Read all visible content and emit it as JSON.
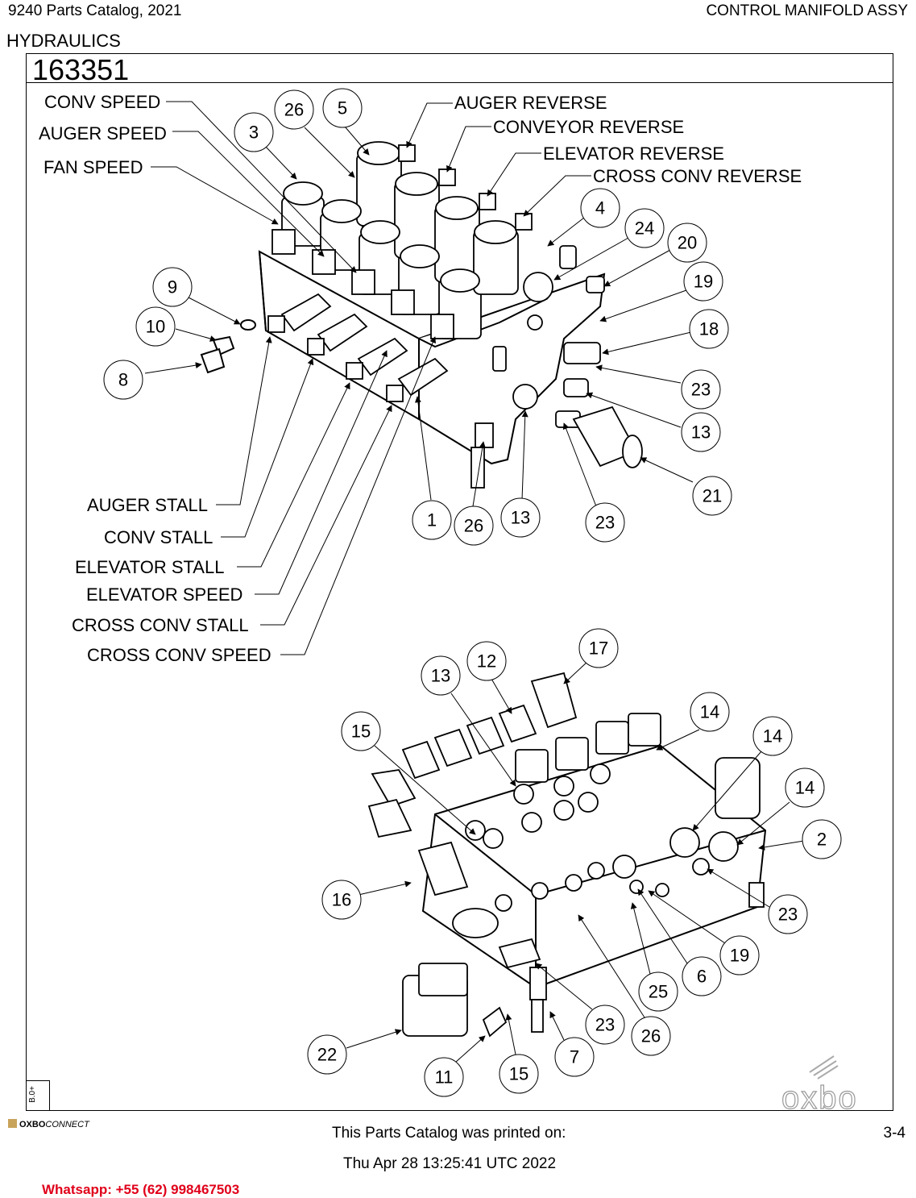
{
  "header": {
    "catalog_title": "9240 Parts Catalog, 2021",
    "section_title": "CONTROL MANIFOLD ASSY",
    "category": "HYDRAULICS"
  },
  "drawing": {
    "reference_number": "163351",
    "revision": "B.0+",
    "watermark": "oxbo",
    "upper_view": {
      "callout_labels": [
        "CONV SPEED",
        "AUGER SPEED",
        "FAN SPEED",
        "AUGER REVERSE",
        "CONVEYOR REVERSE",
        "ELEVATOR REVERSE",
        "CROSS CONV REVERSE",
        "AUGER STALL",
        "CONV STALL",
        "ELEVATOR STALL",
        "ELEVATOR SPEED",
        "CROSS CONV STALL",
        "CROSS CONV SPEED"
      ],
      "item_numbers": [
        "26",
        "5",
        "3",
        "4",
        "24",
        "20",
        "19",
        "9",
        "10",
        "18",
        "8",
        "23",
        "13",
        "21",
        "1",
        "26",
        "13",
        "23"
      ]
    },
    "lower_view": {
      "item_numbers": [
        "17",
        "12",
        "13",
        "15",
        "14",
        "14",
        "14",
        "2",
        "16",
        "23",
        "19",
        "6",
        "25",
        "26",
        "23",
        "22",
        "11",
        "15",
        "7"
      ]
    }
  },
  "footer": {
    "brand_bold": "OXBO",
    "brand_rest": "CONNECT",
    "printed_label": "This Parts Catalog was printed on:",
    "printed_date": "Thu Apr 28 13:25:41 UTC 2022",
    "page_number": "3-4",
    "promo": "Whatsapp: +55 (62) 998467503"
  }
}
